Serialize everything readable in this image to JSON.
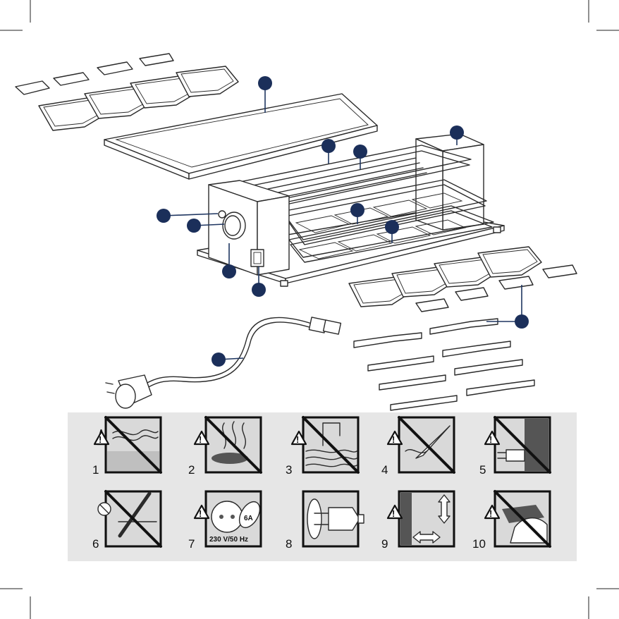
{
  "colors": {
    "callout": "#1b2f5a",
    "panel_background": "#e6e6e6",
    "icon_frame": "#bfbfbf",
    "outline": "#2a2a2a"
  },
  "callouts_visible": 12,
  "wooden_spatulas_shown": 8,
  "safety_icons": [
    {
      "number": "1",
      "icon": "no-damaged-cable-icon"
    },
    {
      "number": "2",
      "icon": "no-hot-surface-icon"
    },
    {
      "number": "3",
      "icon": "no-water-immersion-icon"
    },
    {
      "number": "4",
      "icon": "no-sharp-objects-icon"
    },
    {
      "number": "5",
      "icon": "no-pull-cord-icon"
    },
    {
      "number": "6",
      "icon": "no-self-repair-icon"
    },
    {
      "number": "7",
      "icon": "voltage-rating-icon",
      "voltage_label": "230 V/50 Hz",
      "fuse_label": "6A"
    },
    {
      "number": "8",
      "icon": "plug-fully-inserted-icon"
    },
    {
      "number": "9",
      "icon": "keep-distance-icon"
    },
    {
      "number": "10",
      "icon": "no-cover-while-hot-icon"
    }
  ]
}
